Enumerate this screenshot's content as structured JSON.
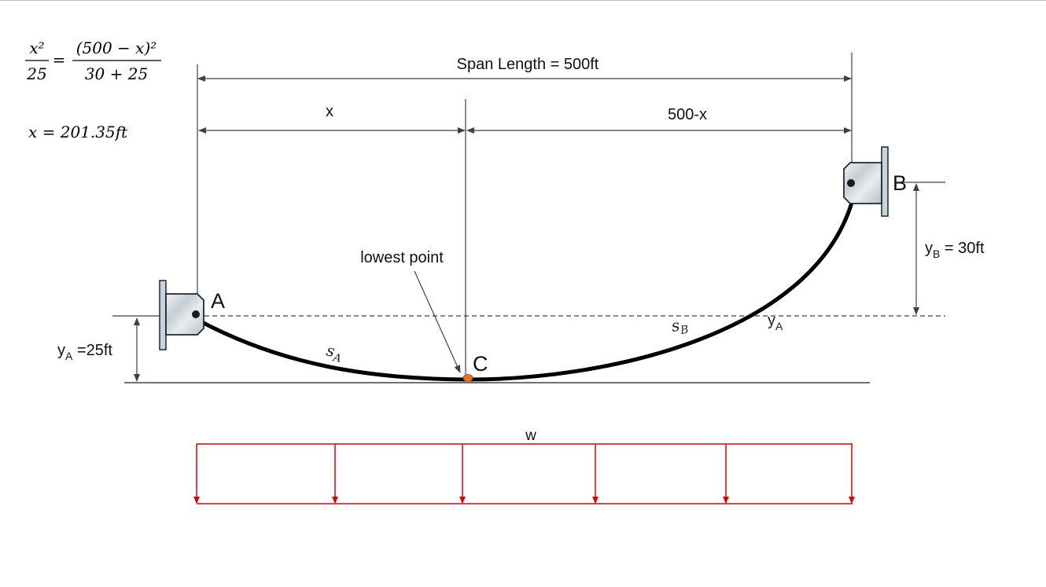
{
  "equation": {
    "lhs_num": "x²",
    "lhs_den": "25",
    "equals": "=",
    "rhs_num": "(500 − x)²",
    "rhs_den": "30 + 25",
    "result": "x = 201.35ft"
  },
  "dimensions": {
    "span": "Span Length = 500ft",
    "x": "x",
    "rest": "500-x",
    "yA_main": "y",
    "yA_sub": "A",
    "yA_value": " =25ft",
    "yB_main": "y",
    "yB_sub": "B",
    "yB_value": " = 30ft"
  },
  "points": {
    "A": "A",
    "B": "B",
    "C": "C"
  },
  "labels": {
    "lowest_point": "lowest point",
    "sA_main": "s",
    "sA_sub": "A",
    "sB_main": "s",
    "sB_sub": "B",
    "yA_curve_main": "y",
    "yA_curve_sub": "A",
    "load": "w"
  },
  "colors": {
    "load": "#e00000",
    "cable": "#000000",
    "lowest_point_marker": "#f07020",
    "support_plate": "#c8d4da"
  }
}
